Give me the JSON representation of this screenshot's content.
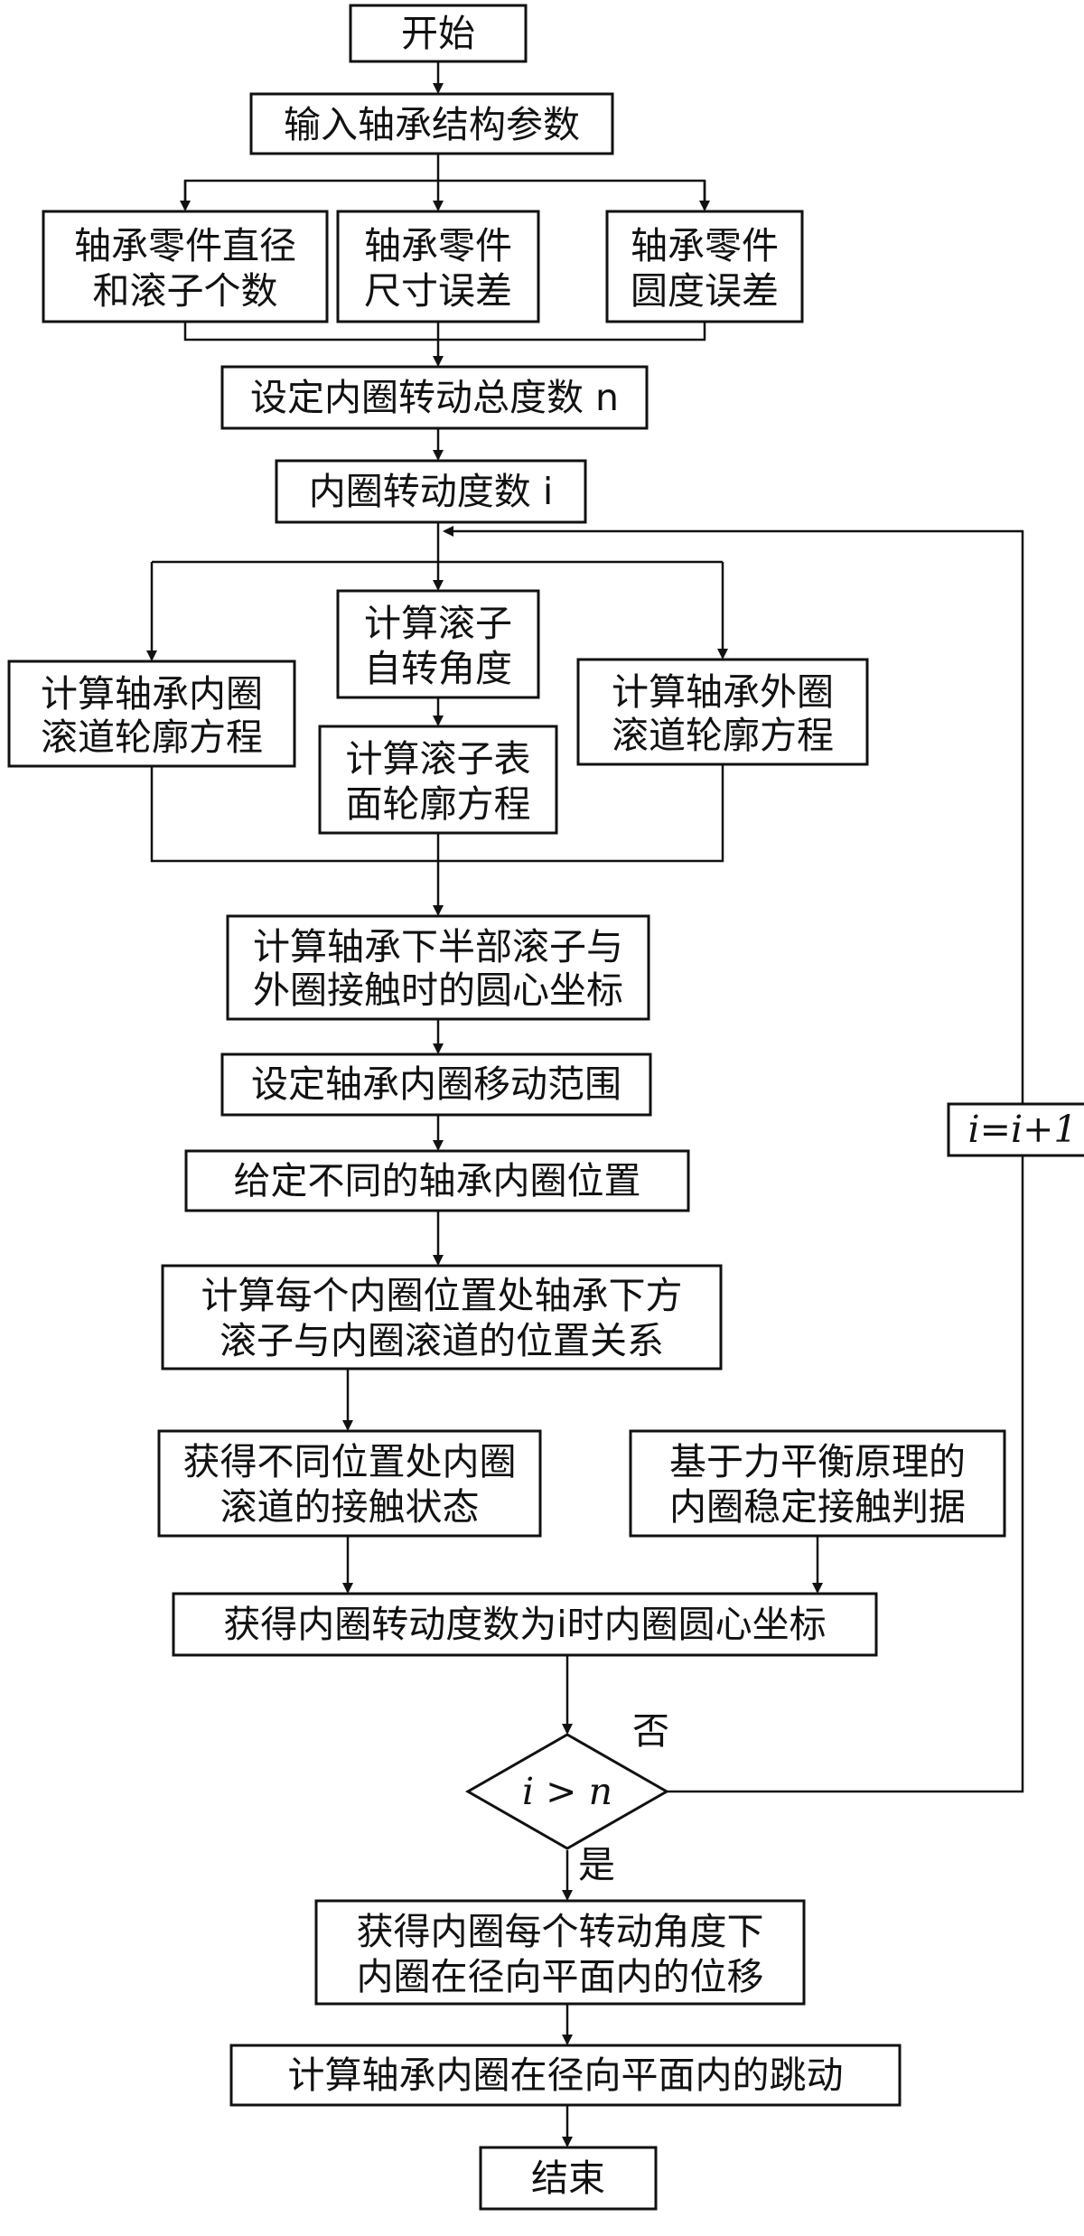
{
  "flowchart": {
    "start": "开始",
    "input_params": "输入轴承结构参数",
    "param_diameter": [
      "轴承零件直径",
      "和滚子个数"
    ],
    "param_size_error": [
      "轴承零件",
      "尺寸误差"
    ],
    "param_roundness_error": [
      "轴承零件",
      "圆度误差"
    ],
    "set_total_degrees": "设定内圈转动总度数 n",
    "rotation_degree": "内圈转动度数 i",
    "inner_race_profile": [
      "计算轴承内圈",
      "滚道轮廓方程"
    ],
    "roller_spin_angle": [
      "计算滚子",
      "自转角度"
    ],
    "roller_surface_profile": [
      "计算滚子表",
      "面轮廓方程"
    ],
    "outer_race_profile": [
      "计算轴承外圈",
      "滚道轮廓方程"
    ],
    "lower_roller_center": [
      "计算轴承下半部滚子与",
      "外圈接触时的圆心坐标"
    ],
    "set_move_range": "设定轴承内圈移动范围",
    "given_positions": "给定不同的轴承内圈位置",
    "position_relation": [
      "计算每个内圈位置处轴承下方",
      "滚子与内圈滚道的位置关系"
    ],
    "contact_state": [
      "获得不同位置处内圈",
      "滚道的接触状态"
    ],
    "stability_criterion": [
      "基于力平衡原理的",
      "内圈稳定接触判据"
    ],
    "center_coordinate": "获得内圈转动度数为i时内圈圆心坐标",
    "decision": "i > n",
    "no_label": "否",
    "yes_label": "是",
    "increment": "i=i+1",
    "displacement": [
      "获得内圈每个转动角度下",
      "内圈在径向平面内的位移"
    ],
    "runout": "计算轴承内圈在径向平面内的跳动",
    "end": "结束"
  }
}
